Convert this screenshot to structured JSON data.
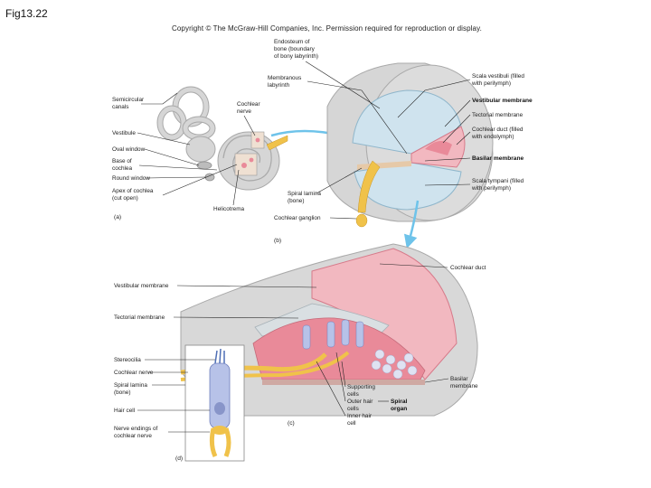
{
  "figure_title": "Fig13.22",
  "copyright": "Copyright © The McGraw-Hill Companies, Inc. Permission required for reproduction or display.",
  "panels": {
    "a": "(a)",
    "b": "(b)",
    "c": "(c)",
    "d": "(d)"
  },
  "labels_a": {
    "semicircular": [
      "Semicircular",
      "canals"
    ],
    "vestibule": [
      "Vestibule"
    ],
    "oval_window": [
      "Oval window"
    ],
    "base_cochlea": [
      "Base of",
      "cochlea"
    ],
    "round_window": [
      "Round window"
    ],
    "apex_cochlea": [
      "Apex of cochlea",
      "(cut open)"
    ],
    "cochlear_nerve": [
      "Cochlear",
      "nerve"
    ],
    "helicotrema": [
      "Helicotrema"
    ]
  },
  "labels_b": {
    "endosteum": [
      "Endosteum of",
      "bone (boundary",
      "of bony labyrinth)"
    ],
    "membranous": [
      "Membranous",
      "labyrinth"
    ],
    "scala_vestibuli": [
      "Scala vestibuli (filled",
      "with perilymph)"
    ],
    "vestibular_membrane": [
      "Vestibular membrane"
    ],
    "tectorial_membrane": [
      "Tectorial membrane"
    ],
    "cochlear_duct": [
      "Cochlear duct (filled",
      "with endolymph)"
    ],
    "basilar_membrane": [
      "Basilar membrane"
    ],
    "scala_tympani": [
      "Scala tympani (filled",
      "with perilymph)"
    ],
    "spiral_lamina": [
      "Spiral lamina",
      "(bone)"
    ],
    "cochlear_ganglion": [
      "Cochlear ganglion"
    ]
  },
  "labels_c": {
    "cochlear_duct": [
      "Cochlear duct"
    ],
    "vestibular_membrane": [
      "Vestibular membrane"
    ],
    "tectorial_membrane": [
      "Tectorial membrane"
    ],
    "stereocilia": [
      "Stereocilia"
    ],
    "cochlear_nerve": [
      "Cochlear nerve"
    ],
    "spiral_lamina": [
      "Spiral lamina",
      "(bone)"
    ],
    "hair_cell": [
      "Hair cell"
    ],
    "nerve_endings": [
      "Nerve endings of",
      "cochlear nerve"
    ],
    "supporting_cells": [
      "Supporting",
      "cells"
    ],
    "outer_hair_cells": [
      "Outer hair",
      "cells"
    ],
    "inner_hair_cell": [
      "Inner hair",
      "cell"
    ],
    "spiral_organ": [
      "Spiral",
      "organ"
    ],
    "basilar_membrane": [
      "Basilar",
      "membrane"
    ]
  },
  "colors": {
    "bone": "#d6d6d6",
    "bone_dark": "#a9a9a9",
    "perilymph": "#cfe3ee",
    "endolymph": "#f2b8c0",
    "membrane_pink": "#e98a99",
    "nerve": "#f0c24a",
    "arrow": "#6ec3ea",
    "cell_blue": "#b7c2e8"
  }
}
